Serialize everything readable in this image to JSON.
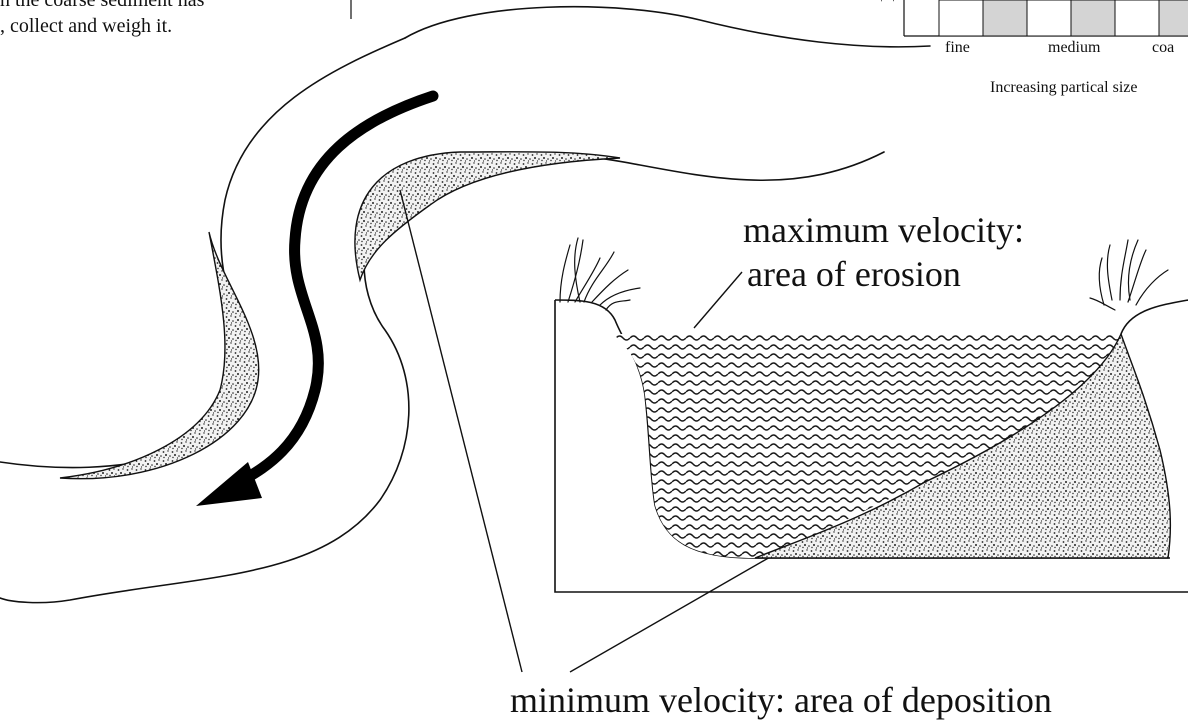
{
  "top_text": {
    "line1": "n the coarse sediment has",
    "line2": ", collect and weigh it."
  },
  "histogram": {
    "y_axis_fragment": "F",
    "categories": [
      "fine",
      "medium",
      "coa"
    ],
    "x_axis_label": "Increasing partical size"
  },
  "labels": {
    "max_line1": "maximum velocity:",
    "max_line2": "area of erosion",
    "min": "minimum velocity: area of deposition"
  },
  "colors": {
    "ink": "#111111",
    "water": "#1a1a1a",
    "sediment_fill": "#cfcfcf",
    "bar_fill": "#d4d4d4",
    "arrow": "#000000"
  }
}
